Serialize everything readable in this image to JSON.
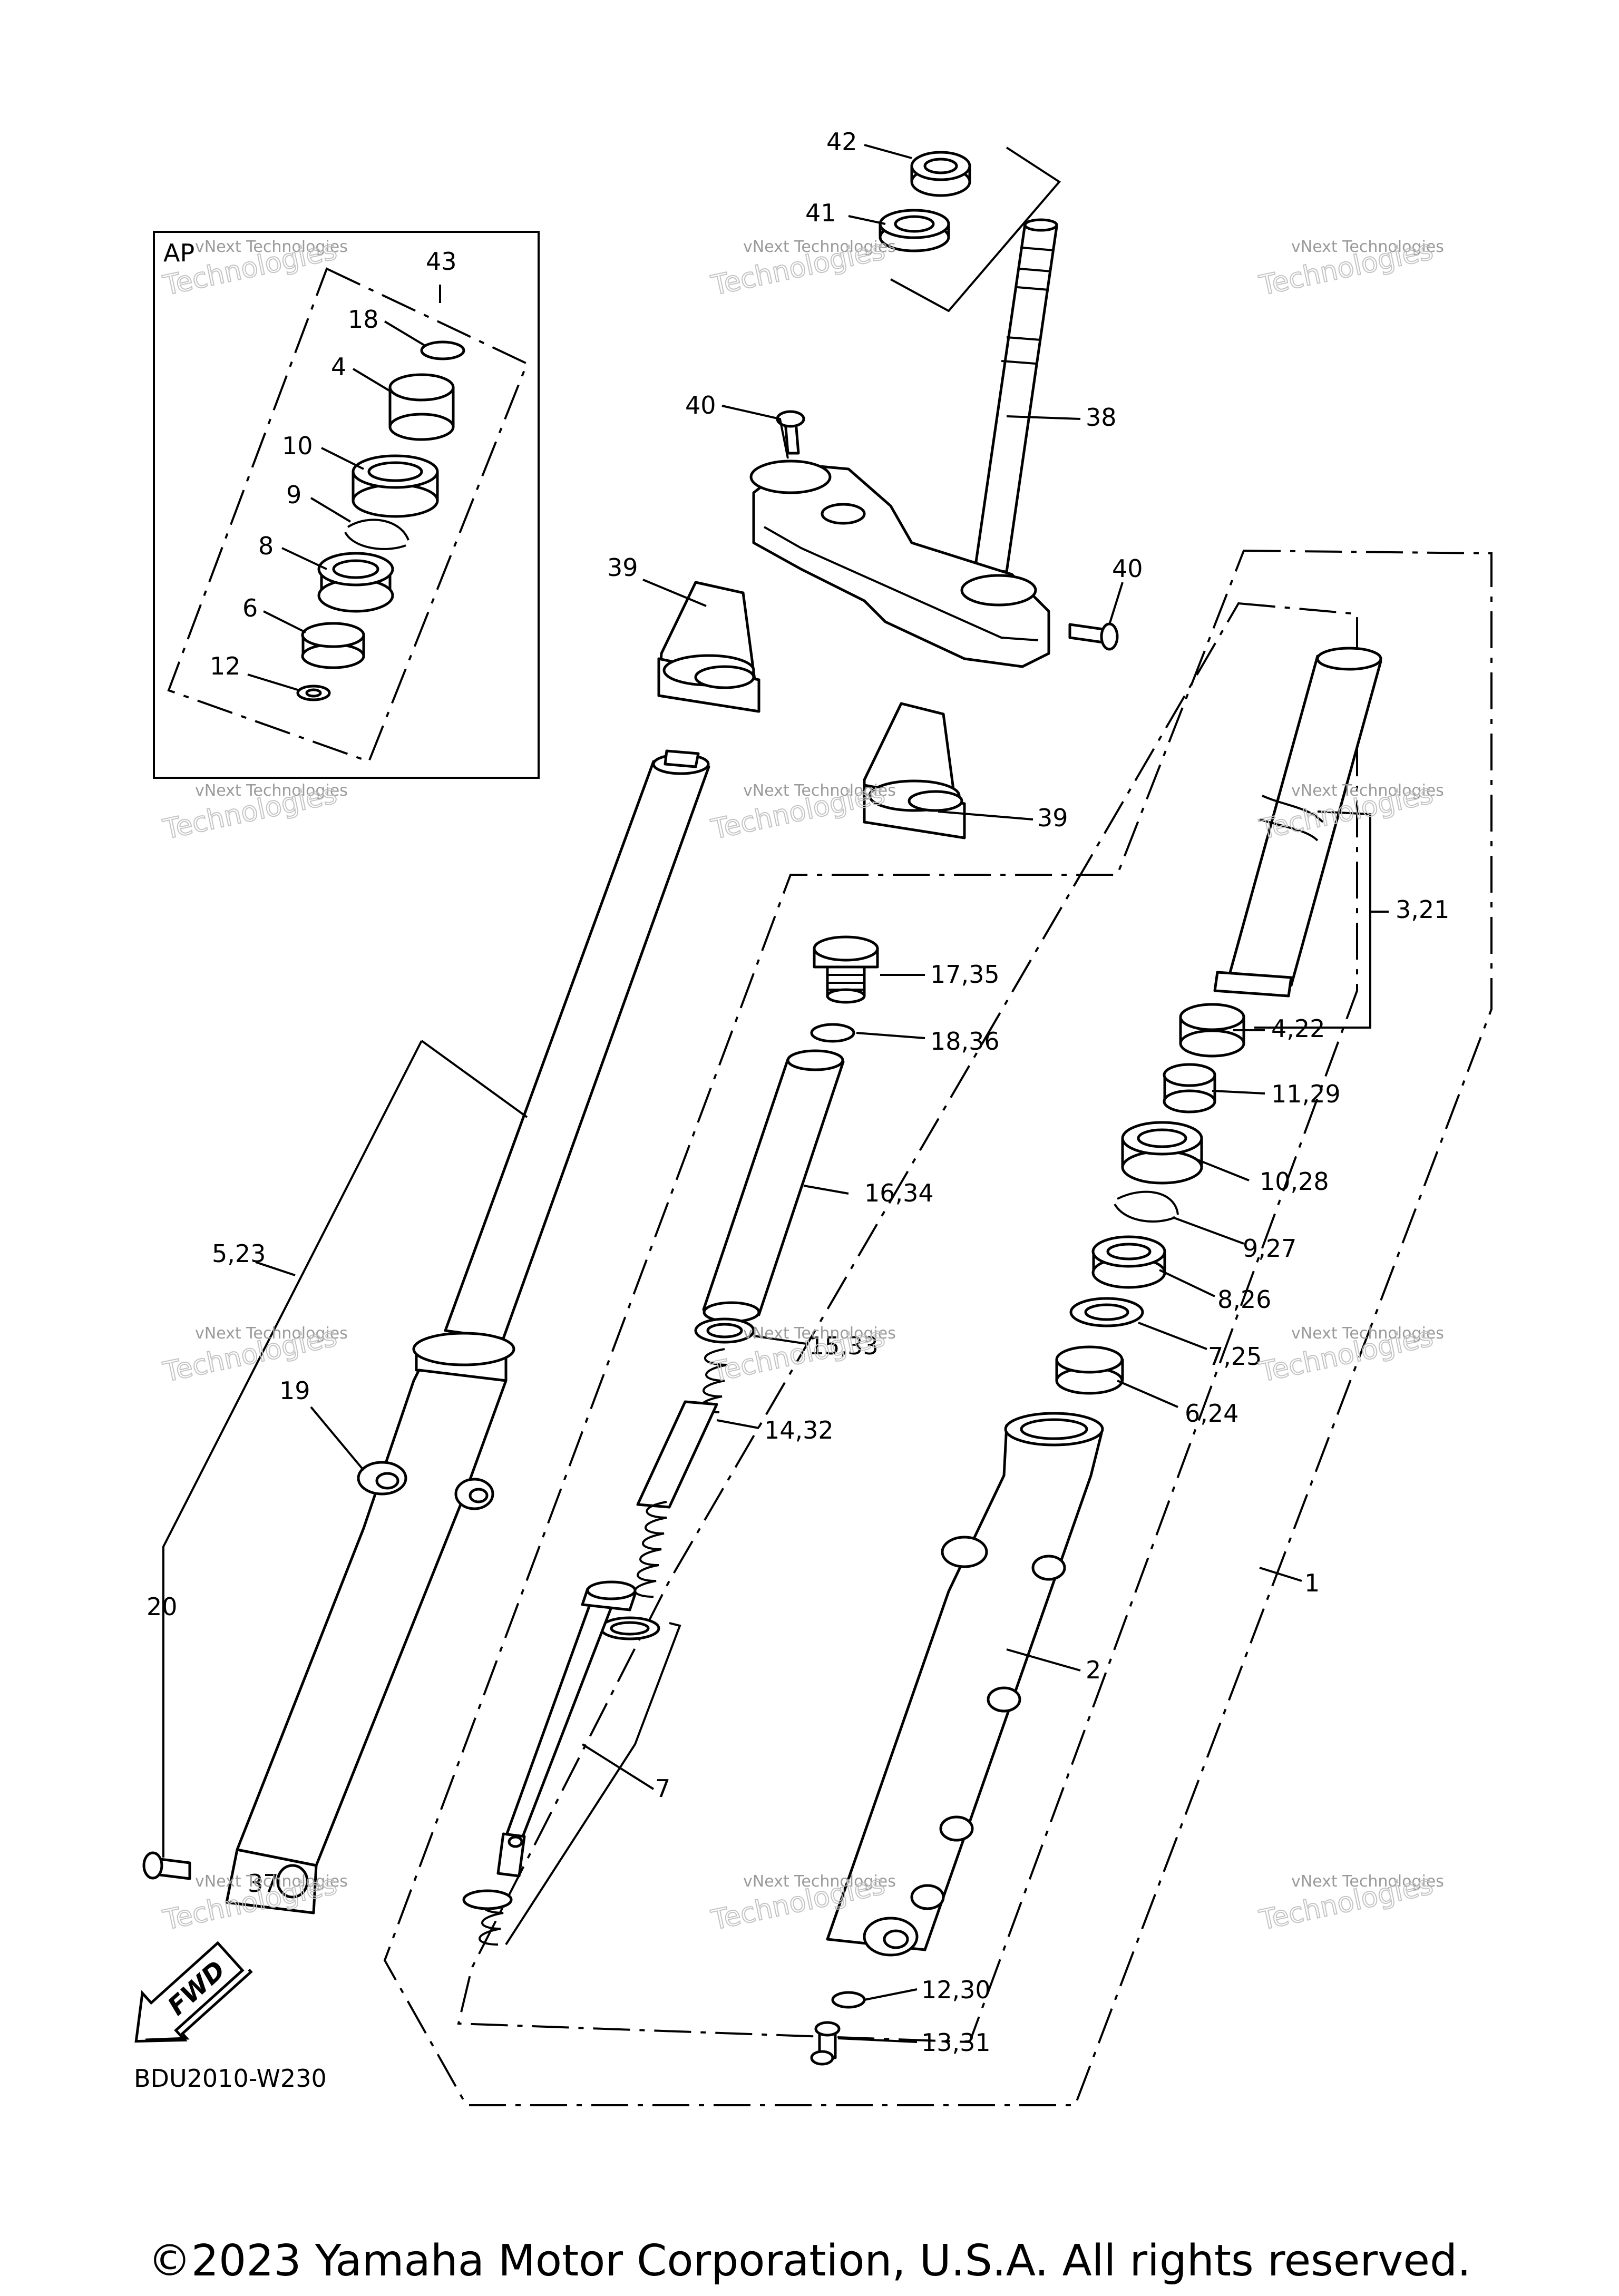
{
  "diagram": {
    "inset_label": "AP",
    "diagram_code": "BDU2010-W230",
    "fwd_label": "FWD",
    "copyright": "©2023 Yamaha Motor Corporation, U.S.A. All rights reserved.",
    "watermark_line1": "vNext Technologies",
    "watermark_line2": "Technologies",
    "watermark_line3": "vNext",
    "callouts": [
      "42",
      "41",
      "40",
      "38",
      "40",
      "39",
      "39",
      "43",
      "18",
      "4",
      "10",
      "9",
      "8",
      "6",
      "12",
      "3,21",
      "4,22",
      "11,29",
      "10,28",
      "9,27",
      "8,26",
      "7,25",
      "6,24",
      "1",
      "2",
      "12,30",
      "13,31",
      "17,35",
      "18,36",
      "16,34",
      "15,33",
      "14,32",
      "5,23",
      "19",
      "20",
      "37",
      "7"
    ]
  }
}
